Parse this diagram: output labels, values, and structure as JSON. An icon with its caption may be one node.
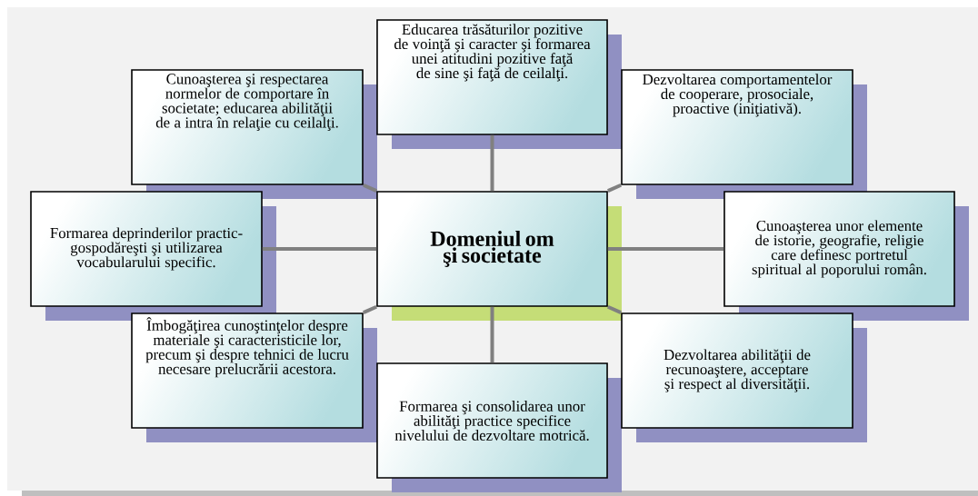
{
  "diagram": {
    "nodes": [
      {
        "text": [
          "Domeniul om şi societate"
        ]
      },
      {
        "text": [
          "Educarea trăsăturilor pozitive de voinţă şi caracter şi formarea unei atitudini pozitive faţă de sine şi faţă de ceilalţi."
        ]
      },
      {
        "text": [
          "Cunoaşterea şi respectarea normelor de comportare în societate; educarea abilităţii de a intra în relaţie cu ceilalţi."
        ]
      },
      {
        "text": [
          "Dezvoltarea comportamentelor de cooperare, prosociale, proactive (iniţiativă)."
        ]
      },
      {
        "text": [
          "Formarea deprinderilor practic-gospodăreşti şi utilizarea vocabularului specific."
        ]
      },
      {
        "text": [
          "Cunoaşterea unor elemente de istorie, geografie, religie care definesc portretul spiritual al poporului român."
        ]
      },
      {
        "text": [
          "Îmbogăţirea cunoştinţelor despre materiale şi caracteristicile lor, precum şi despre tehnici de lucru necesare prelucrării acestora."
        ]
      },
      {
        "text": [
          "Dezvoltarea abilităţii de recunoaştere, acceptare şi respect al diversităţii."
        ]
      },
      {
        "text": [
          "Formarea şi consolidarea unor abilităţi practice specifice nivelului de dezvoltare motrică."
        ]
      }
    ],
    "edges": [
      {
        "from": 0,
        "to": 1,
        "arrow": "none"
      },
      {
        "from": 0,
        "to": 2,
        "arrow": "none"
      },
      {
        "from": 0,
        "to": 3,
        "arrow": "none"
      },
      {
        "from": 0,
        "to": 4,
        "arrow": "none"
      },
      {
        "from": 0,
        "to": 5,
        "arrow": "none"
      },
      {
        "from": 0,
        "to": 6,
        "arrow": "none"
      },
      {
        "from": 0,
        "to": 7,
        "arrow": "none"
      },
      {
        "from": 0,
        "to": 8,
        "arrow": "none"
      }
    ]
  }
}
